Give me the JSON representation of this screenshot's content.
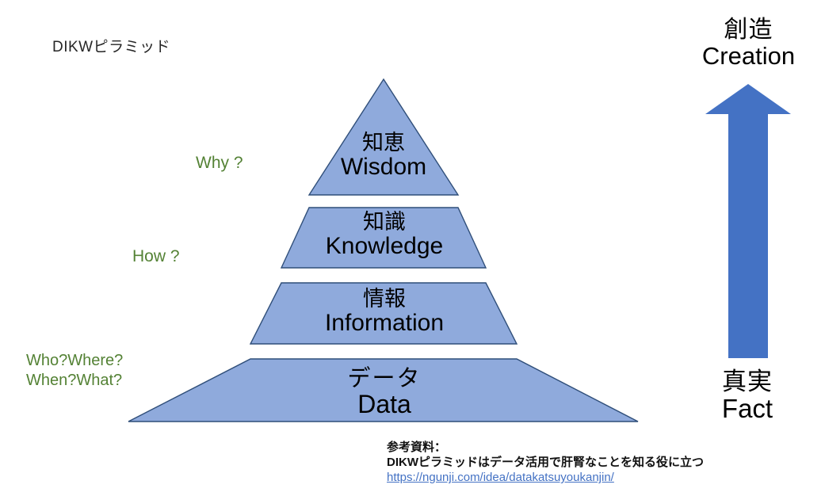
{
  "slide": {
    "title": "DIKWピラミッド",
    "background_color": "#FFFFFF"
  },
  "colors": {
    "tier_fill": "#8FAADC",
    "tier_stroke": "#2F4E79",
    "arrow_fill": "#4472C4",
    "question_text": "#548235",
    "link_text": "#4472C4",
    "body_text": "#000000"
  },
  "pyramid": {
    "tiers": [
      {
        "id": "wisdom",
        "jp": "知恵",
        "en": "Wisdom"
      },
      {
        "id": "knowledge",
        "jp": "知識",
        "en": "Knowledge"
      },
      {
        "id": "information",
        "jp": "情報",
        "en": "Information"
      },
      {
        "id": "data",
        "jp": "データ",
        "en": "Data"
      }
    ]
  },
  "questions": [
    {
      "id": "why",
      "text": "Why ?"
    },
    {
      "id": "how",
      "text": "How ?"
    },
    {
      "id": "w5h",
      "line1": "Who?Where?",
      "line2": "When?What?"
    }
  ],
  "axis": {
    "top": {
      "jp": "創造",
      "en": "Creation"
    },
    "bottom": {
      "jp": "真実",
      "en": "Fact"
    },
    "arrow_icon": "up-arrow-icon",
    "arrow_direction": "up"
  },
  "reference": {
    "heading": "参考資料：",
    "title": "DIKWピラミッドはデータ活用で肝腎なことを知る役に立つ",
    "url": "https://ngunji.com/idea/datakatsuyoukanjin/"
  }
}
